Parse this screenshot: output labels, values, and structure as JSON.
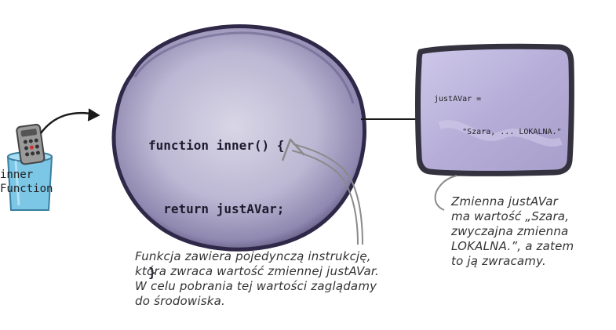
{
  "function_code": {
    "line1": "function inner() {",
    "line2": "  return justAVar;",
    "line3": "}"
  },
  "environment": {
    "line1": "justAVar =",
    "line2": "      \"Szara, ... LOKALNA.\""
  },
  "cup_label": {
    "line1": "inner",
    "line2": "Function"
  },
  "annotation_left": {
    "lines": [
      "Funkcja zawiera pojedynczą instrukcję,",
      "która zwraca wartość zmiennej justAVar.",
      "W celu pobrania tej wartości zaglądamy",
      "do środowiska."
    ]
  },
  "annotation_right": {
    "lines": [
      "Zmienna justAVar",
      "ma wartość „Szara,",
      "zwyczajna zmienna",
      "LOKALNA.”, a zatem",
      "to ją zwracamy."
    ]
  },
  "colors": {
    "function_blob": "#aea9c9",
    "function_blob_edge": "#3b3358",
    "environment_box": "#bdb5dc",
    "environment_box_edge": "#3c3a4a"
  }
}
